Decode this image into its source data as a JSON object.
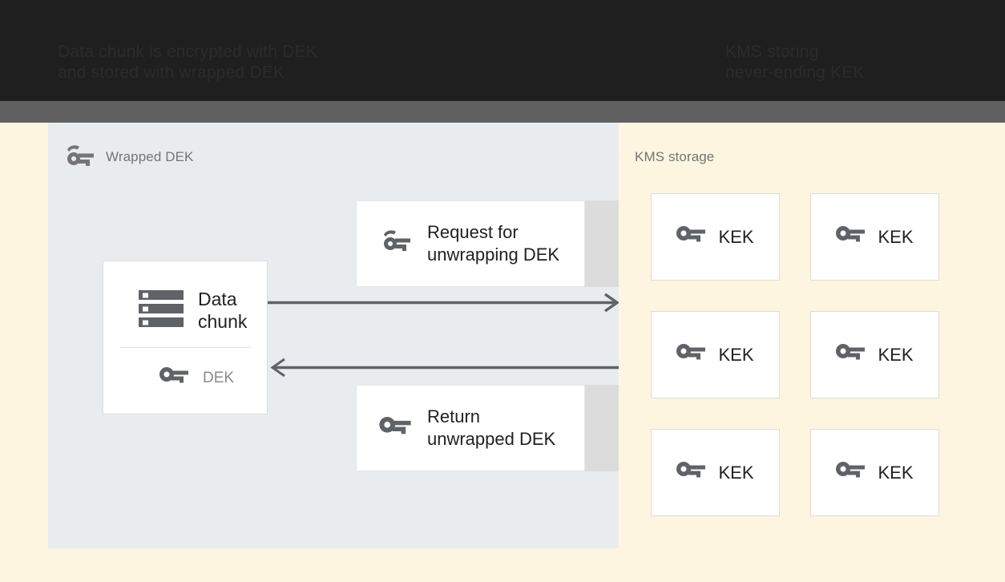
{
  "topbar": {
    "left_text": "Data chunk is encrypted with DEK\nand stored with wrapped DEK",
    "right_text": "KMS storing\nnever-ending KEK"
  },
  "left_panel": {
    "title": "Wrapped DEK",
    "title_icon": "wrapped-key-icon",
    "data_chunk": {
      "icon": "storage-chunk-icon",
      "label": "Data\nchunk",
      "key_icon": "key-icon",
      "key_label": "DEK"
    },
    "messages": [
      {
        "icon": "wrapped-key-icon",
        "label": "Request for\nunwrapping DEK"
      },
      {
        "icon": "key-icon",
        "label": "Return\nunwrapped DEK"
      }
    ],
    "arrows": [
      {
        "name": "request-arrow",
        "direction": "right"
      },
      {
        "name": "return-arrow",
        "direction": "left"
      }
    ]
  },
  "right_panel": {
    "title": "KMS storage",
    "keys": [
      {
        "icon": "key-icon",
        "label": "KEK"
      },
      {
        "icon": "key-icon",
        "label": "KEK"
      },
      {
        "icon": "key-icon",
        "label": "KEK"
      },
      {
        "icon": "key-icon",
        "label": "KEK"
      },
      {
        "icon": "key-icon",
        "label": "KEK"
      },
      {
        "icon": "key-icon",
        "label": "KEK"
      }
    ]
  },
  "colors": {
    "page_background": "#fdf5e0",
    "left_panel": "#e8ecef",
    "right_panel": "#fdf5e0",
    "card": "#ffffff",
    "card_border": "#dcdcdc",
    "icon": "#5f6368",
    "text": "#202124",
    "muted_text": "#757575",
    "arrow": "#5f6368",
    "topbar_dark": "#1f1f1f",
    "topbar_gray": "#616161"
  }
}
